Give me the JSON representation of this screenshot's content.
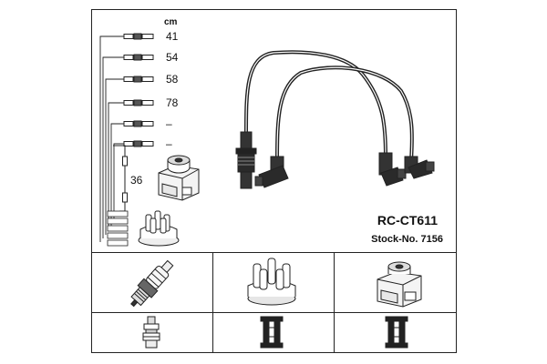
{
  "unit": "cm",
  "lengths": [
    "41",
    "54",
    "58",
    "78",
    "–",
    "–"
  ],
  "coil_lead_length": "36",
  "product_code": "RC-CT611",
  "stock_number": "Stock-No. 7156",
  "icons": {
    "wires": "ignition-wire-set-icon",
    "coil": "ignition-coil-icon",
    "distributor": "distributor-cap-icon",
    "spark_plug": "spark-plug-icon",
    "plug_terminal": "plug-terminal-icon",
    "cap_terminal": "cap-terminal-icon",
    "coil_terminal": "coil-terminal-icon"
  },
  "colors": {
    "line": "#222222",
    "background": "#ffffff"
  }
}
